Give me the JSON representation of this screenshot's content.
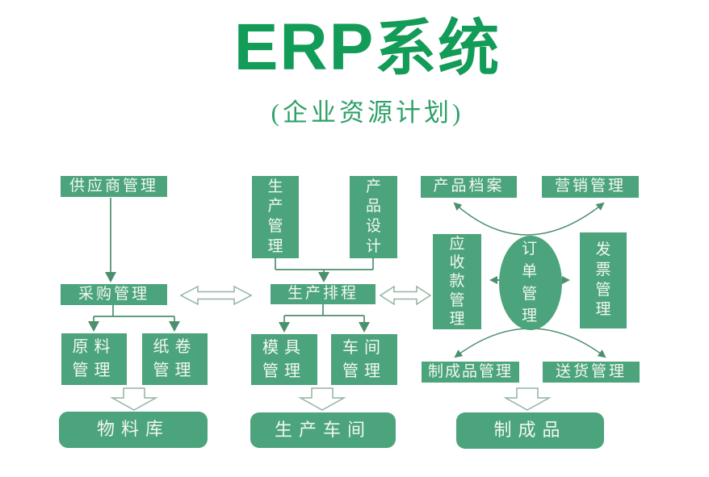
{
  "title": {
    "en": "ERP",
    "cn": "系统",
    "subtitle": "(企业资源计划)"
  },
  "colors": {
    "box_green": "#4ca47c",
    "title_green": "#139b58",
    "subtitle_green": "#2fa069",
    "connector_green": "#4c8f6e",
    "outline_arrow_gray_green": "#93b4a2",
    "box_text": "#f2f7f1",
    "background": "#ffffff"
  },
  "nodes": {
    "supplier": {
      "label": "供应商管理"
    },
    "purchasing": {
      "label": "采购管理"
    },
    "raw_material": {
      "label": "原料管理"
    },
    "paper_roll": {
      "label": "纸卷管理"
    },
    "material_warehouse": {
      "label": "物料库"
    },
    "production_mgmt": {
      "label": "生产管理"
    },
    "product_design": {
      "label": "产品设计"
    },
    "production_scheduling": {
      "label": "生产排程"
    },
    "mold": {
      "label": "模具管理"
    },
    "workshop_mgmt": {
      "label": "车间管理"
    },
    "production_workshop": {
      "label": "生产车间"
    },
    "product_archive": {
      "label": "产品档案"
    },
    "marketing": {
      "label": "营销管理"
    },
    "receivables": {
      "label": "应收款管理"
    },
    "order_mgmt": {
      "label": "订单管理"
    },
    "invoice": {
      "label": "发票管理"
    },
    "finished_goods_mgmt": {
      "label": "制成品管理"
    },
    "delivery": {
      "label": "送货管理"
    },
    "finished_goods": {
      "label": "制成品"
    }
  }
}
